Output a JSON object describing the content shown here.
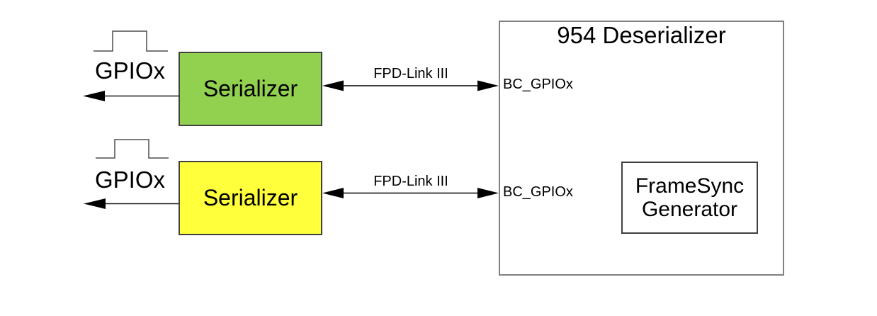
{
  "diagram": {
    "deserializer": {
      "title": "954 Deserializer"
    },
    "serializers": [
      {
        "label": "Serializer",
        "fill": "#92D04F",
        "style": "background:#92D04F"
      },
      {
        "label": "Serializer",
        "fill": "#FFFF3B",
        "style": "background:#FFFF3B"
      }
    ],
    "framesync": {
      "line1": "FrameSync",
      "line2": "Generator"
    },
    "links": [
      {
        "label": "FPD-Link III"
      },
      {
        "label": "FPD-Link III"
      }
    ],
    "ports": [
      {
        "label": "BC_GPIOx"
      },
      {
        "label": "BC_GPIOx"
      }
    ],
    "gpio": [
      {
        "label": "GPIOx"
      },
      {
        "label": "GPIOx"
      }
    ]
  },
  "colors": {
    "background": "#ffffff",
    "serializer_green_fill": "#92D04F",
    "serializer_yellow_fill": "#FFFF3B",
    "serializer_border": "#404040",
    "deserializer_border": "#808080",
    "framesync_border": "#404040",
    "connector_line": "#1a1a1a",
    "waveform_line": "#4d4d4d",
    "arrowhead_fill": "#000000"
  },
  "icons": {
    "pulse_waveform": "pulse-waveform-icon",
    "left_arrow": "arrow-left-icon",
    "double_arrow": "double-headed-arrow"
  }
}
